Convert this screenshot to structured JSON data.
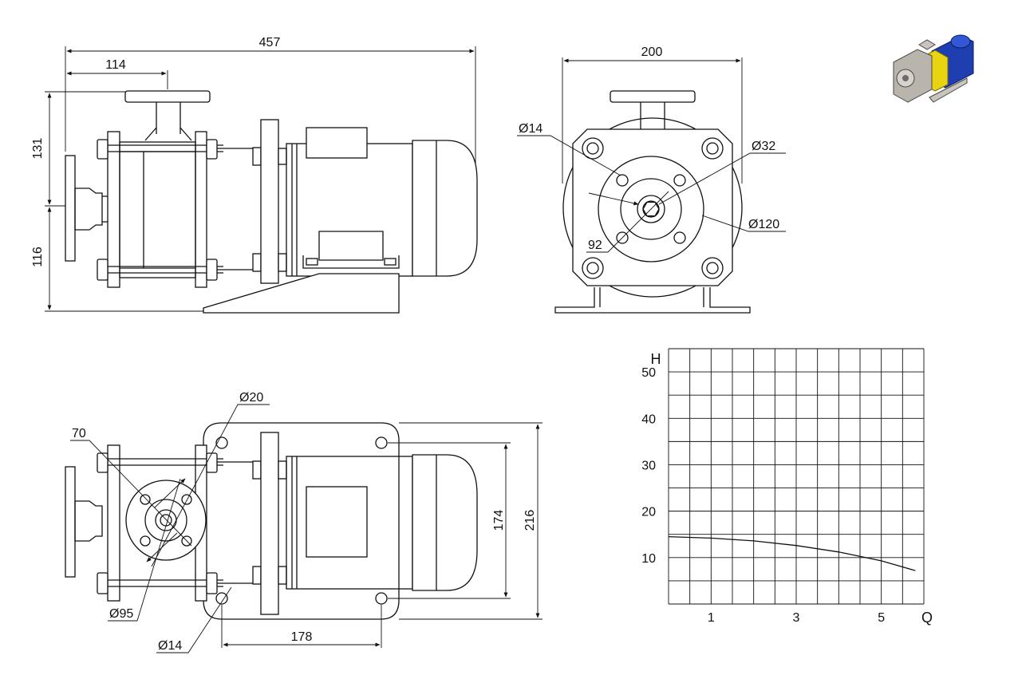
{
  "dimensions": {
    "side_view": {
      "overall_length": "457",
      "outlet_offset": "114",
      "height_upper": "131",
      "height_lower": "116"
    },
    "end_view": {
      "width": "200",
      "hole_dia": "Ø14",
      "shaft_dia": "Ø32",
      "flange_dia": "Ø120",
      "pcd": "92"
    },
    "plan_view": {
      "suction_dia": "Ø20",
      "pcd": "70",
      "flange_dia": "Ø95",
      "base_hole_dia": "Ø14",
      "hole_spacing_length": "178",
      "hole_spacing_width": "174",
      "base_width": "216"
    }
  },
  "chart_data": {
    "type": "line",
    "title": "",
    "xlabel": "Q",
    "ylabel": "H",
    "x_ticks": [
      "1",
      "3",
      "5"
    ],
    "y_ticks": [
      "10",
      "20",
      "30",
      "40",
      "50"
    ],
    "xlim": [
      0,
      6
    ],
    "ylim": [
      0,
      55
    ],
    "grid": true,
    "series": [
      {
        "x": [
          0,
          1,
          2,
          3,
          4,
          5,
          5.8
        ],
        "y": [
          14.5,
          14.2,
          13.6,
          12.6,
          11.2,
          9.3,
          7.2
        ]
      }
    ]
  },
  "product_image": {
    "icon": "pump-3d-render-icon",
    "colors": {
      "motor": "#1f3fb0",
      "adapter": "#e8d410",
      "casing": "#b9b4ac"
    }
  }
}
